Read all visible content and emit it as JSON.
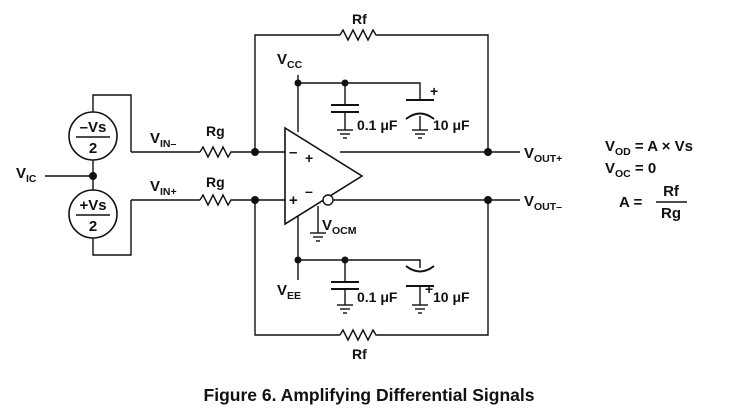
{
  "labels": {
    "rf_top": "Rf",
    "rf_bottom": "Rf",
    "rg_top": "Rg",
    "rg_bottom": "Rg",
    "vcc_main": "V",
    "vcc_sub": "CC",
    "vee_main": "V",
    "vee_sub": "EE",
    "vin_minus_main": "V",
    "vin_minus_sub": "IN–",
    "vin_plus_main": "V",
    "vin_plus_sub": "IN+",
    "vic_main": "V",
    "vic_sub": "IC",
    "vocm_main": "V",
    "vocm_sub": "OCM",
    "vout_plus_main": "V",
    "vout_plus_sub": "OUT+",
    "vout_minus_main": "V",
    "vout_minus_sub": "OUT–",
    "cap_top_small": "0.1 μF",
    "cap_top_large": "10 μF",
    "cap_bottom_small": "0.1 μF",
    "cap_bottom_large": "10 μF",
    "cap_plus": "+",
    "src_top_num": "–Vs",
    "src_top_den": "2",
    "src_bottom_num": "+Vs",
    "src_bottom_den": "2",
    "opamp_in_minus": "–",
    "opamp_in_plus": "+",
    "opamp_out_plus": "+",
    "opamp_out_minus": "–"
  },
  "equations": {
    "vod_main": "V",
    "vod_sub": "OD",
    "vod_rhs": " = A × Vs",
    "voc_main": "V",
    "voc_sub": "OC",
    "voc_rhs": " = 0",
    "a_lhs": "A =",
    "a_num": "Rf",
    "a_den": "Rg"
  },
  "caption": "Figure 6.  Amplifying Differential Signals"
}
